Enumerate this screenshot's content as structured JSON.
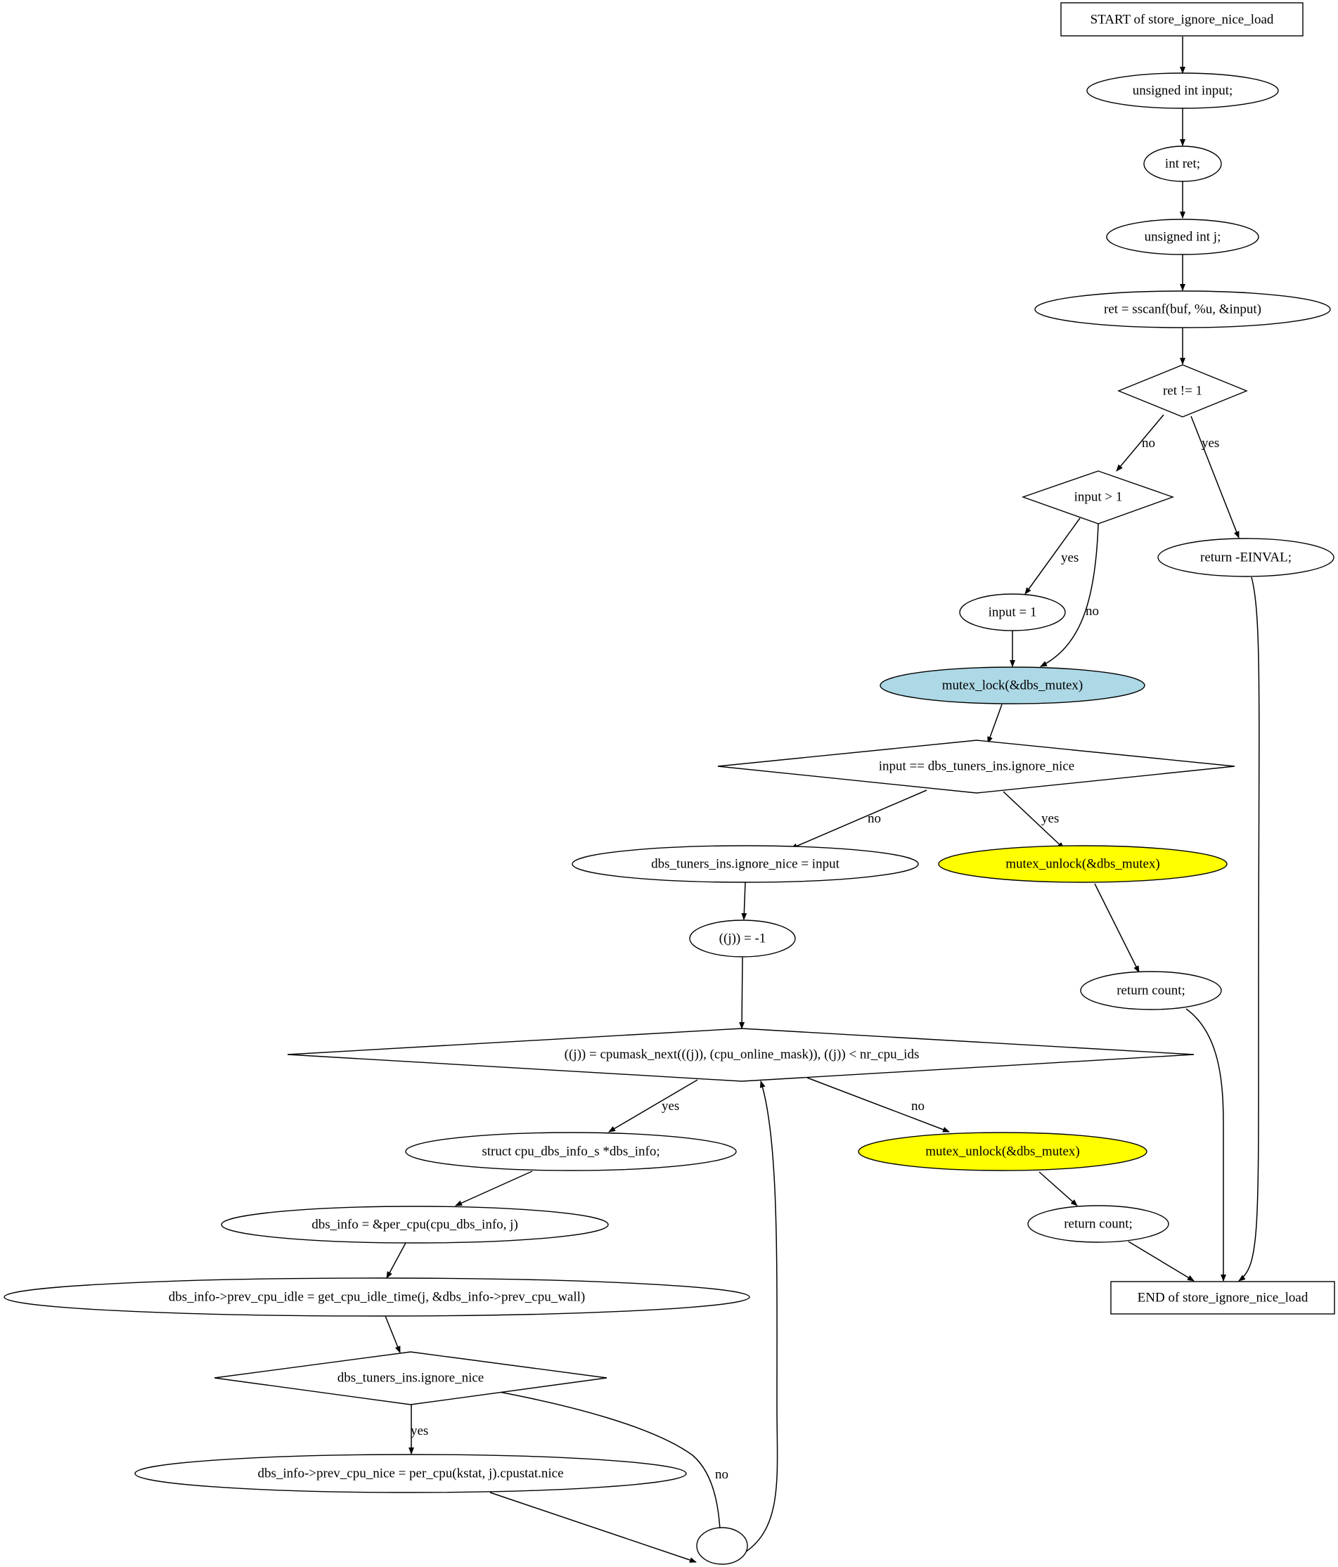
{
  "nodes": {
    "start": "START of store_ignore_nice_load",
    "decl_input": "unsigned int input;",
    "decl_ret": "int ret;",
    "decl_j": "unsigned int j;",
    "sscanf": "ret = sscanf(buf, %u, &input)",
    "cond_ret": "ret != 1",
    "cond_input_gt": "input > 1",
    "ret_einval": "return -EINVAL;",
    "input_eq_1": "input = 1",
    "mutex_lock": "mutex_lock(&dbs_mutex)",
    "cond_ignore_nice": "input == dbs_tuners_ins.ignore_nice",
    "assign_ignore_nice": "dbs_tuners_ins.ignore_nice = input",
    "mutex_unlock_1": "mutex_unlock(&dbs_mutex)",
    "j_init": "((j)) = -1",
    "return_count_1": "return count;",
    "loop_cond": "((j)) = cpumask_next(((j)), (cpu_online_mask)), ((j)) < nr_cpu_ids",
    "decl_dbs_info": "struct cpu_dbs_info_s *dbs_info;",
    "mutex_unlock_2": "mutex_unlock(&dbs_mutex)",
    "dbs_info_assign": "dbs_info = &per_cpu(cpu_dbs_info, j)",
    "return_count_2": "return count;",
    "prev_cpu_idle": "dbs_info->prev_cpu_idle = get_cpu_idle_time(j, &dbs_info->prev_cpu_wall)",
    "end": "END of store_ignore_nice_load",
    "cond_tuner_ignore": "dbs_tuners_ins.ignore_nice",
    "prev_cpu_nice": "dbs_info->prev_cpu_nice = per_cpu(kstat, j).cpustat.nice",
    "join": ""
  },
  "edge_labels": {
    "ret_no": "no",
    "ret_yes": "yes",
    "gt_yes": "yes",
    "gt_no": "no",
    "ignore_no": "no",
    "ignore_yes": "yes",
    "loop_yes": "yes",
    "loop_no": "no",
    "tuner_yes": "yes",
    "tuner_no": "no"
  },
  "colors": {
    "mutex_lock_fill": "#add8e6",
    "mutex_unlock_fill": "#ffff00",
    "default_fill": "#ffffff",
    "stroke": "#000000"
  }
}
